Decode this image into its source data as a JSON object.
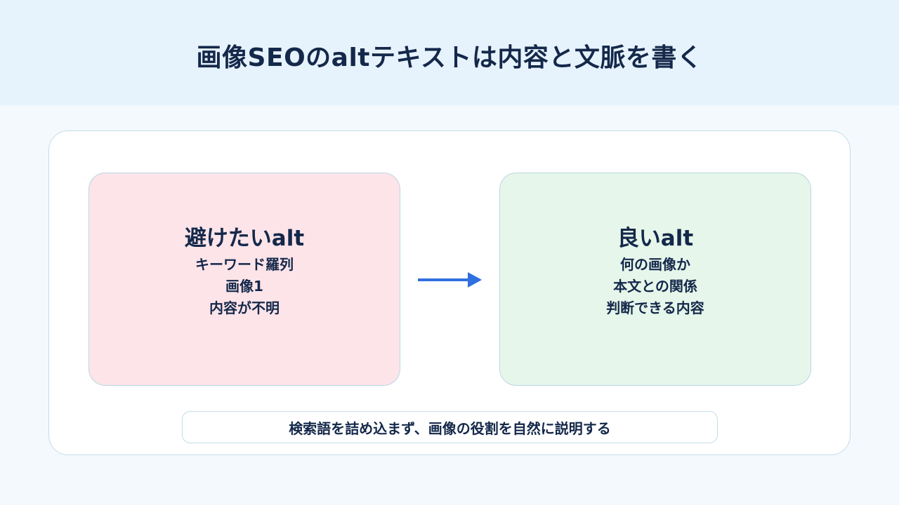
{
  "title": "画像SEOのaltテキストは内容と文脈を書く",
  "bad_card": {
    "title": "避けたいalt",
    "lines": [
      "キーワード羅列",
      "画像1",
      "内容が不明"
    ],
    "color": "#fde4e9"
  },
  "good_card": {
    "title": "良いalt",
    "lines": [
      "何の画像か",
      "本文との関係",
      "判断できる内容"
    ],
    "color": "#e6f6ea"
  },
  "arrow": {
    "icon": "right-arrow-icon",
    "color": "#2f6fdf"
  },
  "summary": "検索語を詰め込まず、画像の役割を自然に説明する"
}
